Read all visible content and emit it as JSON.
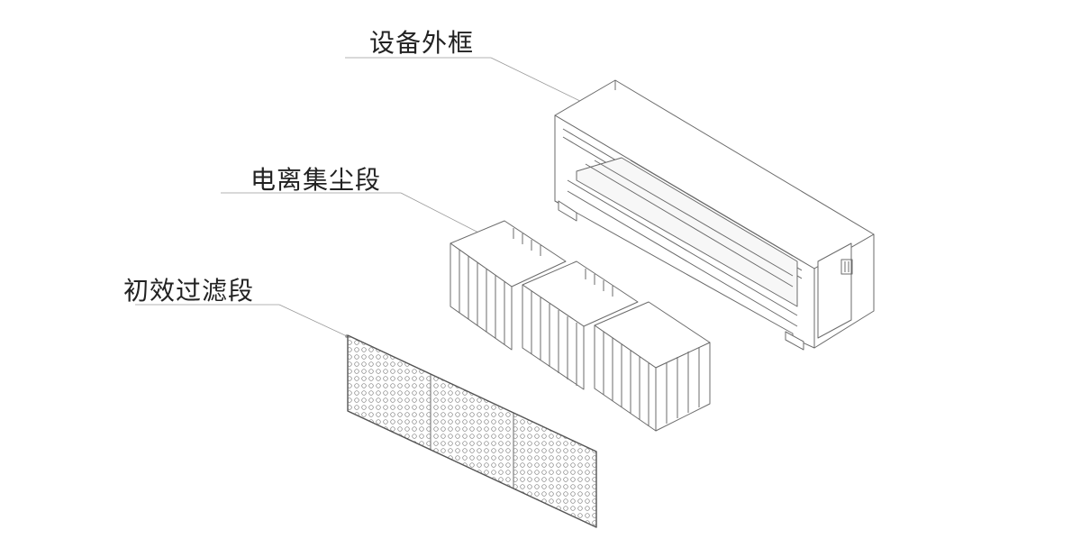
{
  "labels": {
    "housing": "设备外框",
    "ionizer": "电离集尘段",
    "prefilter": "初效过滤段"
  },
  "colors": {
    "line": "#6b6b6b",
    "leader": "#9a9a9a",
    "text": "#222222",
    "background": "#ffffff"
  }
}
